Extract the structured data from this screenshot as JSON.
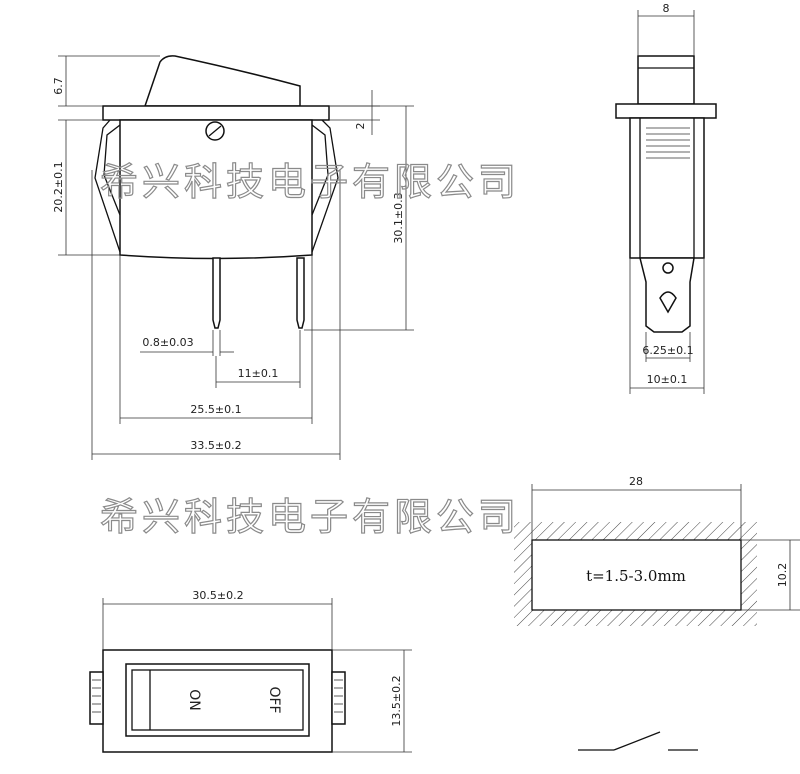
{
  "dimensions": {
    "rocker_height": "6.7",
    "body_height": "20.2±0.1",
    "flange_gap": "2",
    "total_height": "30.1±0.3",
    "pin_width": "0.8±0.03",
    "pin_pitch": "11±0.1",
    "body_width": "25.5±0.1",
    "overall_width": "33.5±0.2",
    "side_top": "8",
    "terminal_width": "6.25±0.1",
    "side_width": "10±0.1",
    "top_width": "30.5±0.2",
    "top_height": "13.5±0.2",
    "cutout_width": "28",
    "cutout_height": "10.2"
  },
  "panel_note": "t=1.5-3.0mm",
  "rocker_labels": {
    "on": "ON",
    "off": "OFF"
  },
  "watermark": "希兴科技电子有限公司"
}
